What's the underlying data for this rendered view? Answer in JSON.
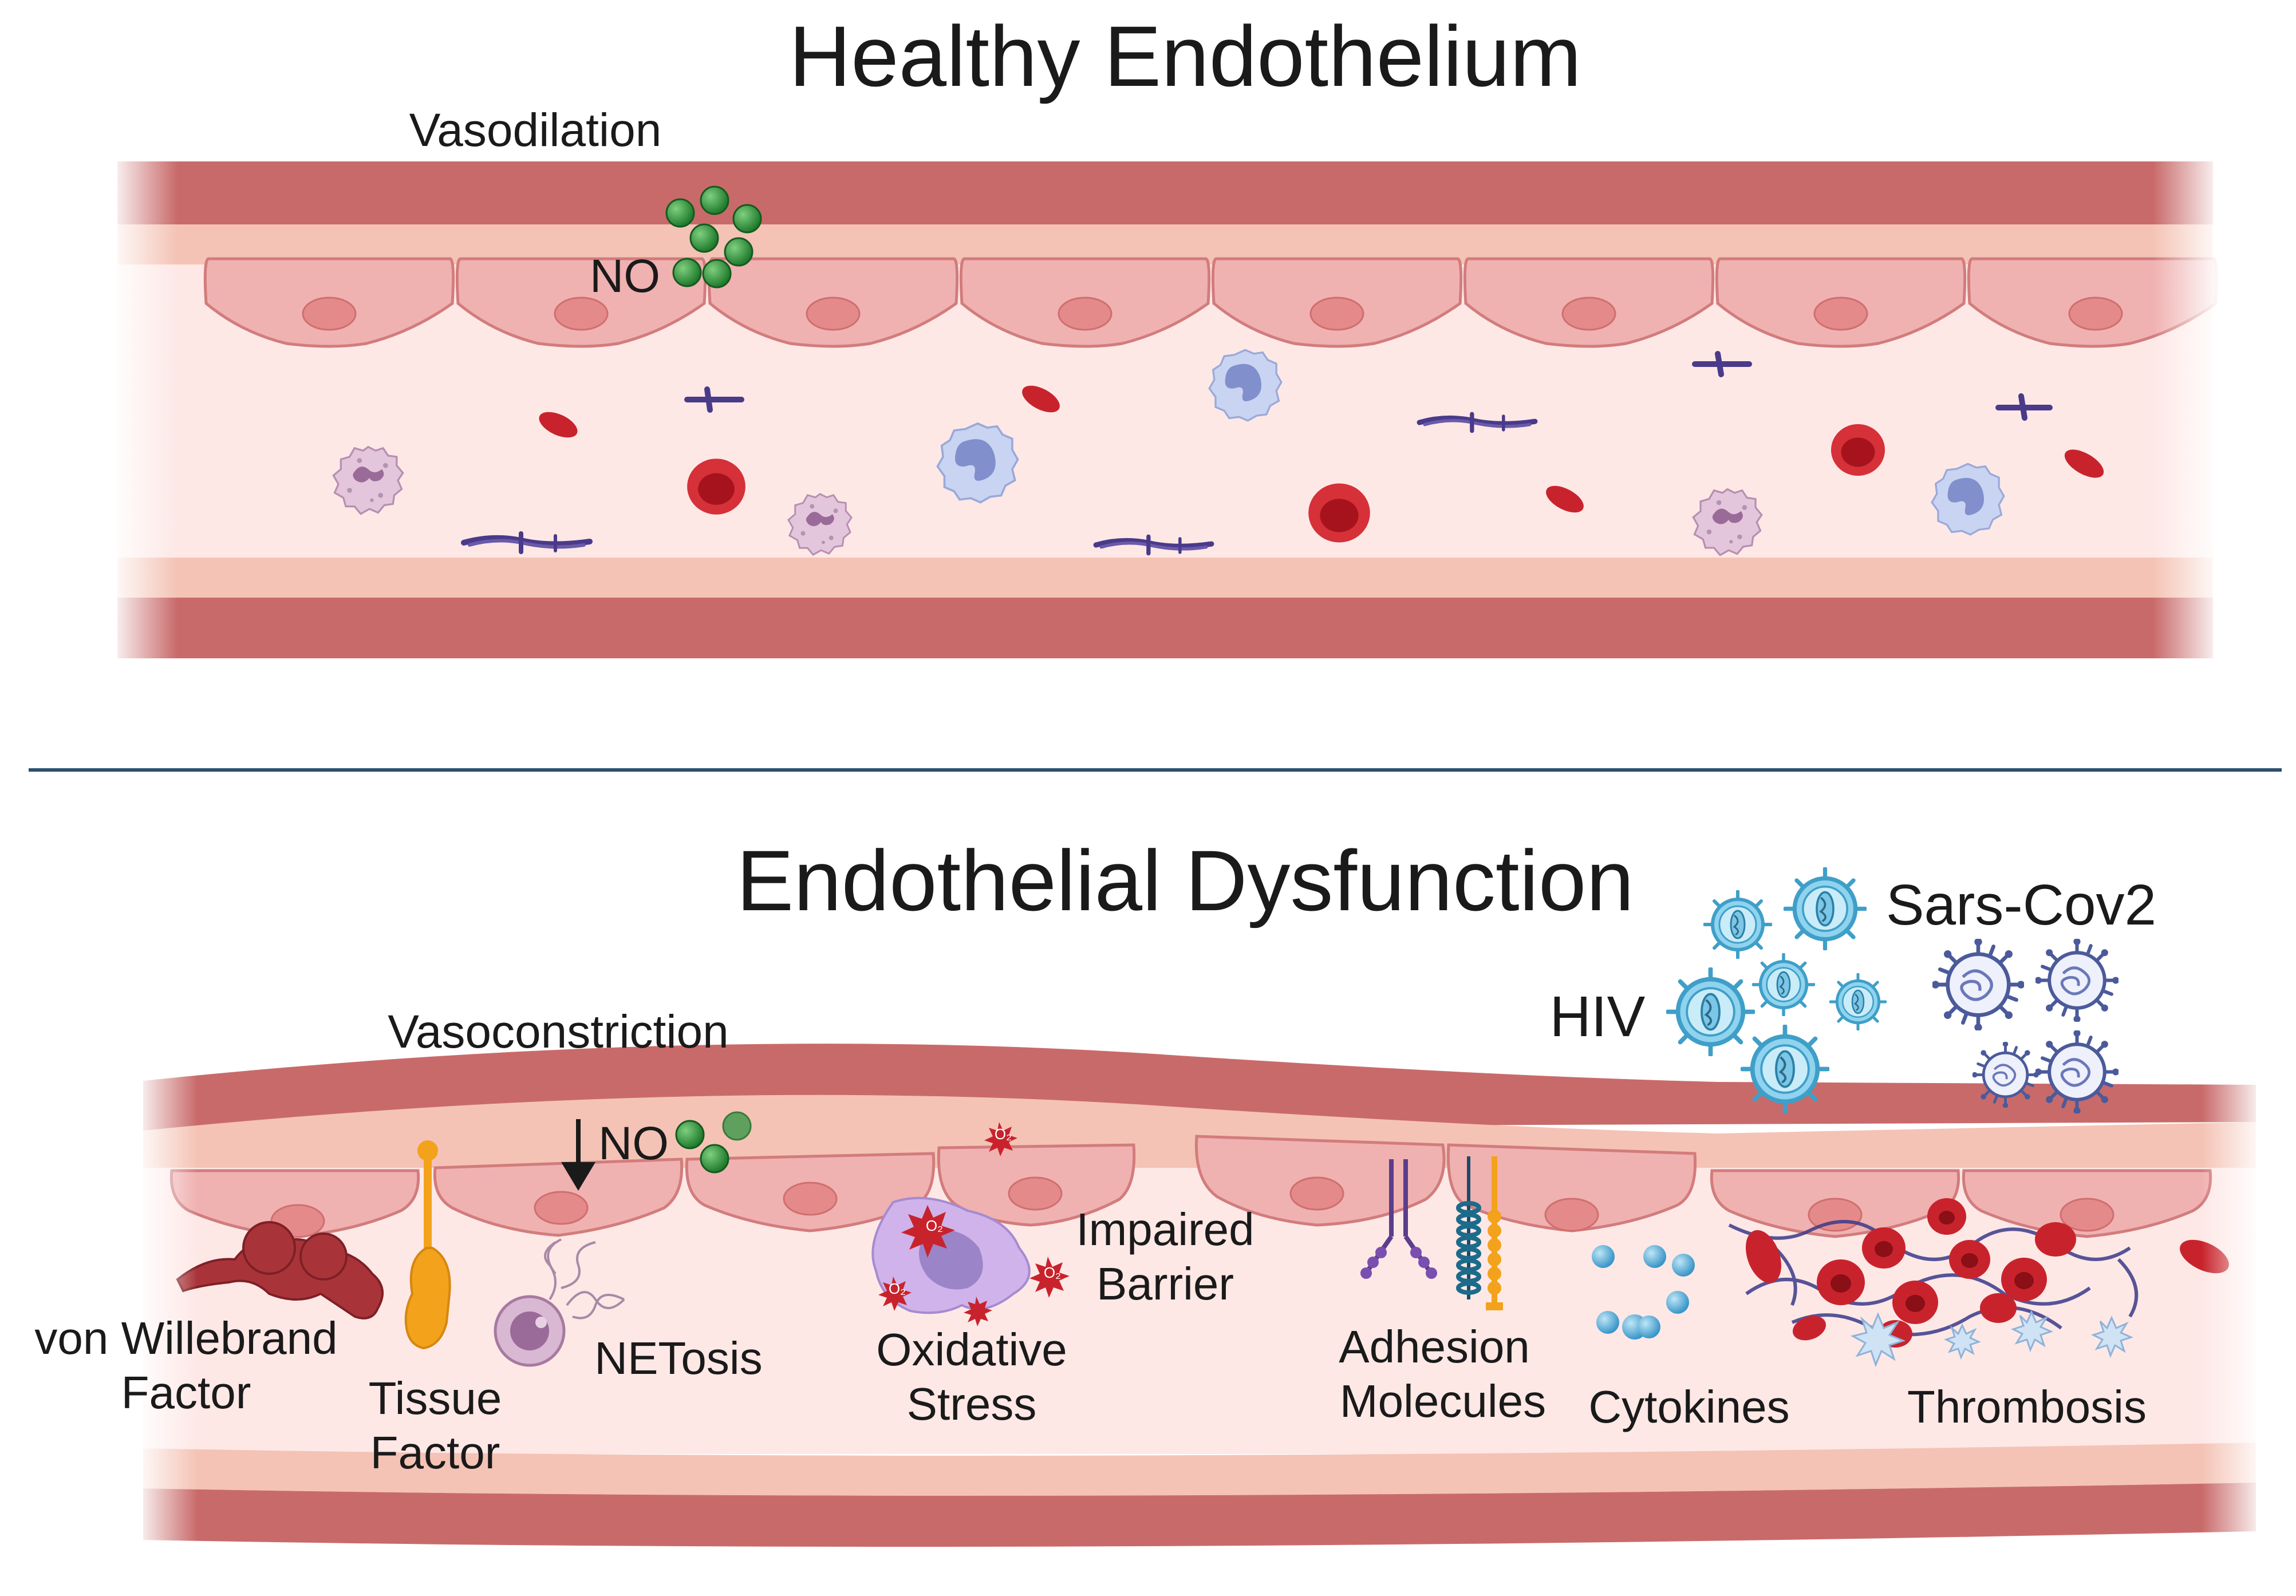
{
  "healthy": {
    "title": "Healthy Endothelium",
    "vasodilation": "Vasodilation",
    "no_label": "NO"
  },
  "dysfunction": {
    "title": "Endothelial Dysfunction",
    "vasoconstriction": "Vasoconstriction",
    "no_label": "NO",
    "hiv": "HIV",
    "sars": "Sars-Cov2",
    "vwf": [
      "von Willebrand",
      "Factor"
    ],
    "tissue_factor": [
      "Tissue",
      "Factor"
    ],
    "netosis": "NETosis",
    "oxidative": [
      "Oxidative",
      "Stress"
    ],
    "impaired": [
      "Impaired",
      "Barrier"
    ],
    "adhesion": [
      "Adhesion",
      "Molecules"
    ],
    "cytokines": "Cytokines",
    "thrombosis": "Thrombosis",
    "o2": "O₂"
  },
  "colors": {
    "vessel_wall": "#c96a6a",
    "wall_inner": "#f4c3b5",
    "lumen": "#fde8e6",
    "endothelial_cell": "#f0b1b1",
    "nucleus": "#e58a8a",
    "rbc": "#c8232c",
    "no_molecule": "#2e8b3a",
    "virus": "#5bb6d8",
    "sars_virus": "#5a6aa8",
    "divider": "#2c4f6e"
  }
}
